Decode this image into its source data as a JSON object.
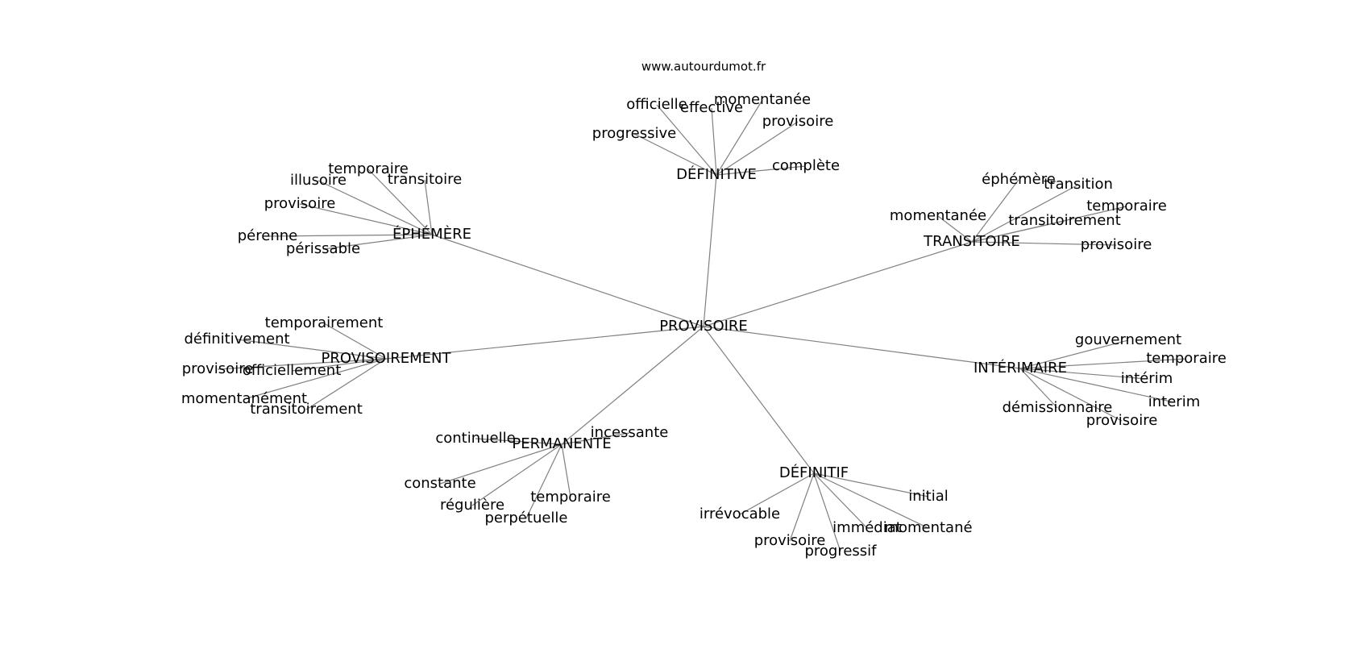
{
  "site": "www.autourdumot.fr",
  "colors": {
    "edge": "#808080",
    "text": "#000000",
    "background": "#ffffff"
  },
  "graph": {
    "root": "PROVISOIRE",
    "groups": [
      {
        "hub": "DÉFINITIVE",
        "leaves": [
          "officielle",
          "effective",
          "momentanée",
          "provisoire",
          "progressive",
          "complète"
        ]
      },
      {
        "hub": "ÉPHÉMÈRE",
        "leaves": [
          "temporaire",
          "illusoire",
          "transitoire",
          "provisoire",
          "pérenne",
          "périssable"
        ]
      },
      {
        "hub": "TRANSITOIRE",
        "leaves": [
          "éphémère",
          "transition",
          "momentanée",
          "temporaire",
          "transitoirement",
          "provisoire"
        ]
      },
      {
        "hub": "PROVISOIREMENT",
        "leaves": [
          "temporairement",
          "définitivement",
          "provisoire",
          "officiellement",
          "momentanément",
          "transitoirement"
        ]
      },
      {
        "hub": "INTÉRIMAIRE",
        "leaves": [
          "gouvernement",
          "temporaire",
          "intérim",
          "interim",
          "démissionnaire",
          "provisoire"
        ]
      },
      {
        "hub": "PERMANENTE",
        "leaves": [
          "continuelle",
          "incessante",
          "constante",
          "régulière",
          "temporaire",
          "perpétuelle"
        ]
      },
      {
        "hub": "DÉFINITIF",
        "leaves": [
          "initial",
          "irrévocable",
          "immédiat",
          "momentané",
          "provisoire",
          "progressif"
        ]
      }
    ]
  }
}
